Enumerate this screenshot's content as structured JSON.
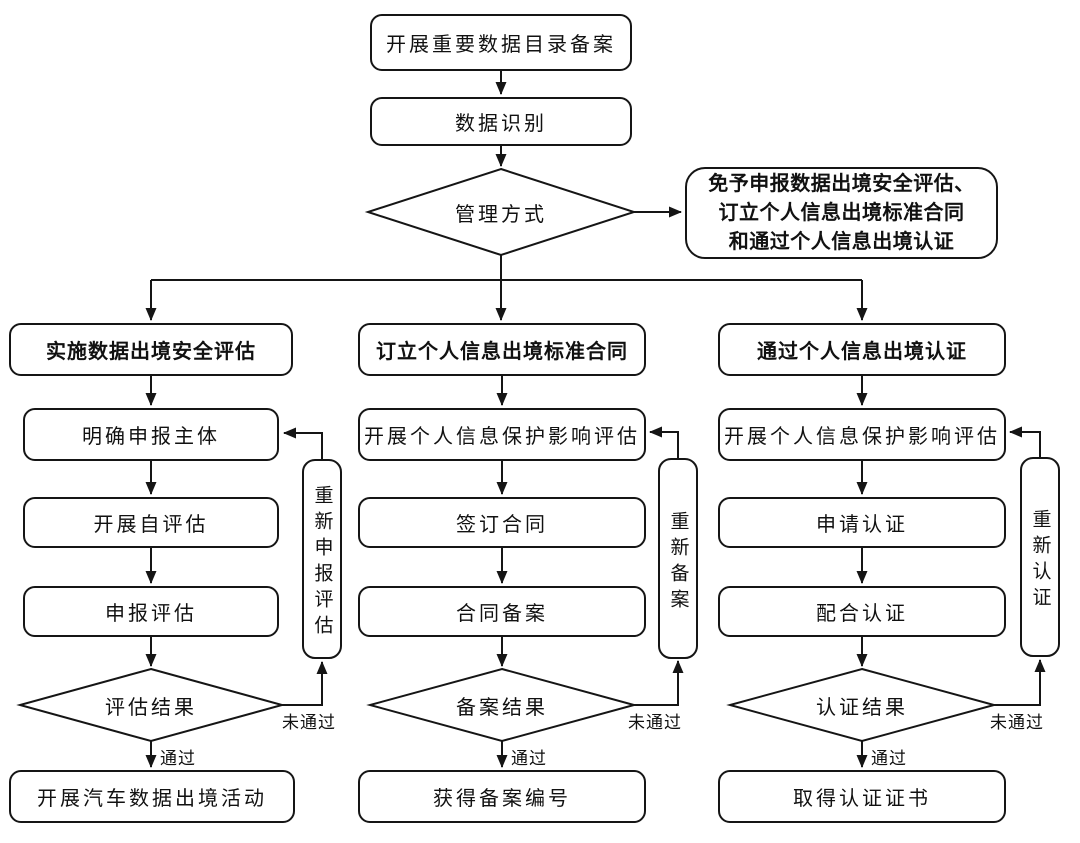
{
  "flow": {
    "start": "开展重要数据目录备案",
    "identify": "数据识别",
    "decision": "管理方式",
    "exempt_lines": [
      "免予申报数据出境安全评估、",
      "订立个人信息出境标准合同",
      "和通过个人信息出境认证"
    ],
    "edge_labels": {
      "pass": "通过",
      "fail": "未通过"
    },
    "branches": [
      {
        "header": "实施数据出境安全评估",
        "steps": [
          "明确申报主体",
          "开展自评估",
          "申报评估"
        ],
        "decision": "评估结果",
        "success": "开展汽车数据出境活动",
        "retry": "重新申报评估"
      },
      {
        "header": "订立个人信息出境标准合同",
        "steps": [
          "开展个人信息保护影响评估",
          "签订合同",
          "合同备案"
        ],
        "decision": "备案结果",
        "success": "获得备案编号",
        "retry": "重新备案"
      },
      {
        "header": "通过个人信息出境认证",
        "steps": [
          "开展个人信息保护影响评估",
          "申请认证",
          "配合认证"
        ],
        "decision": "认证结果",
        "success": "取得认证证书",
        "retry": "重新认证"
      }
    ],
    "colors": {
      "stroke": "#151515",
      "background": "#ffffff"
    }
  }
}
